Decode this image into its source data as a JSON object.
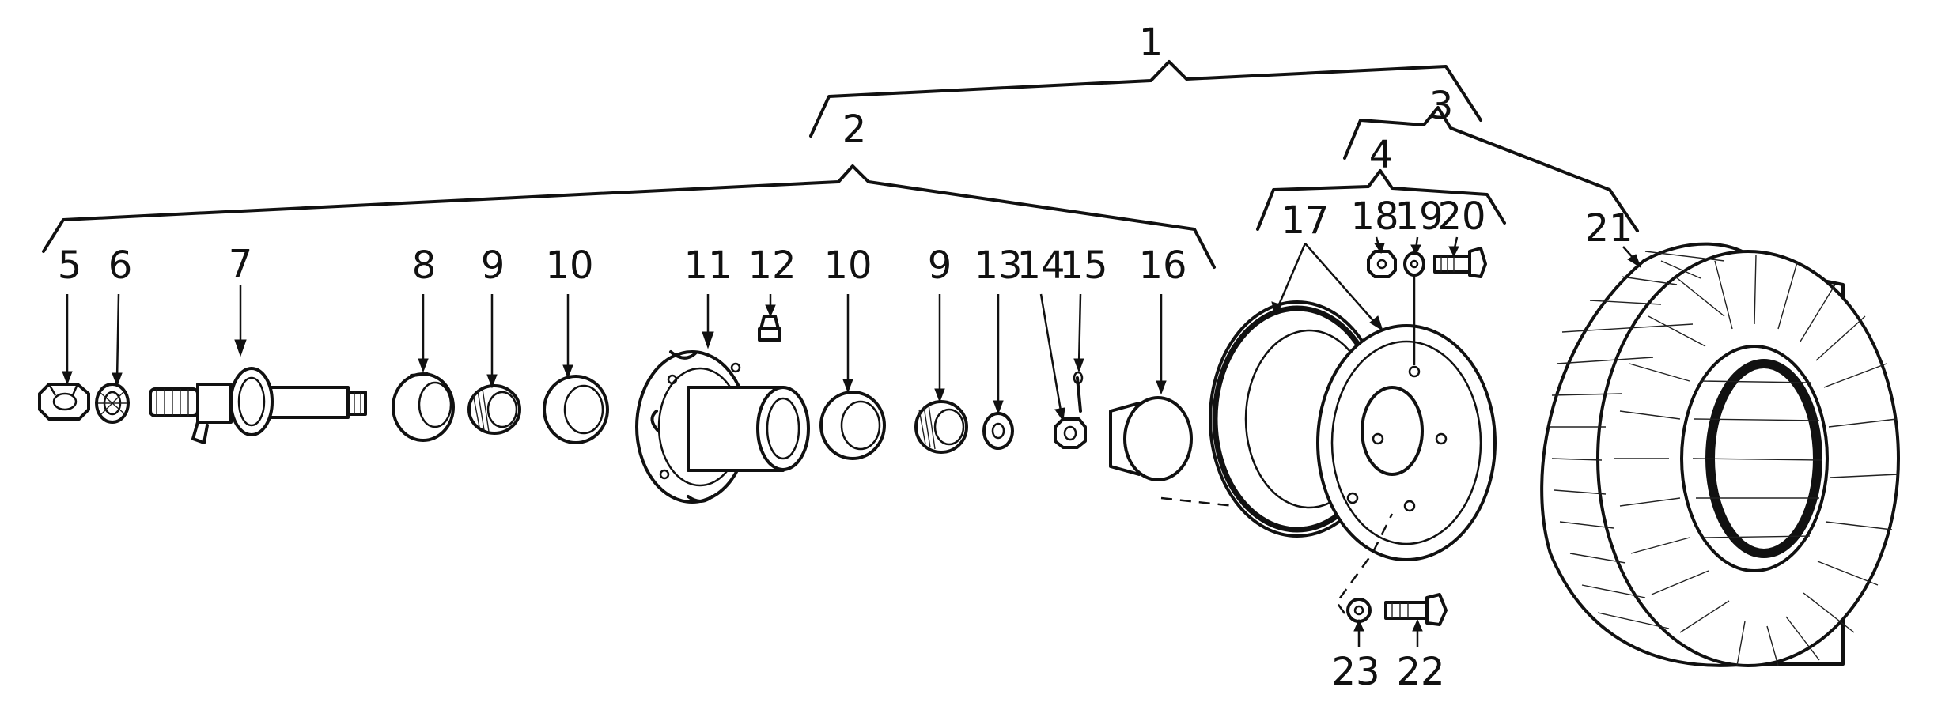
{
  "colors": {
    "ink": "#111111",
    "background": "#ffffff"
  },
  "labels": {
    "p1": "1",
    "p2": "2",
    "p3": "3",
    "p4": "4",
    "p5": "5",
    "p6": "6",
    "p7": "7",
    "p8": "8",
    "p9a": "9",
    "p10a": "10",
    "p11": "11",
    "p12": "12",
    "p10b": "10",
    "p9b": "9",
    "p13": "13",
    "p14": "14",
    "p15": "15",
    "p16": "16",
    "p17": "17",
    "p18": "18",
    "p19": "19",
    "p20": "20",
    "p21": "21",
    "p22": "22",
    "p23": "23"
  }
}
